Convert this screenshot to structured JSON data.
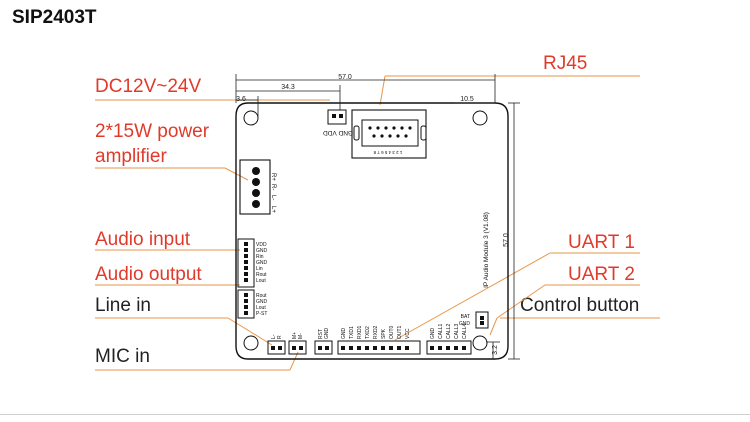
{
  "title": "SIP2403T",
  "callouts": {
    "dc": "DC12V~24V",
    "amp_line1": "2*15W  power",
    "amp_line2": "amplifier",
    "audio_input": "Audio input",
    "audio_output": "Audio output",
    "line_in": "Line in",
    "mic_in": "MIC in",
    "rj45": "RJ45",
    "uart1": "UART 1",
    "uart2": "UART 2",
    "control_button": "Control button"
  },
  "dimensions": {
    "width_top": "57.0",
    "width_power": "34.3",
    "offset_left": "3.6",
    "offset_right": "10.5",
    "height": "57.0",
    "offset_bottom": "3.2"
  },
  "board": {
    "label": "IP Audio Module 3 (V1.08)",
    "power_pins": "GND VDD",
    "amp_pins": [
      "R+",
      "R-",
      "L-",
      "L+"
    ],
    "audio_pins": [
      "VDD",
      "GND",
      "Rin",
      "GND",
      "Lin",
      "Rout",
      "Lout"
    ],
    "audio_out_pins": [
      "Rout",
      "GND",
      "Lout",
      "P-ST"
    ],
    "line_pins": [
      "L-",
      "R"
    ],
    "mic_pins": [
      "M+",
      "M-"
    ],
    "rst_pins": [
      "RST",
      "GND"
    ],
    "uart1_pins": [
      "GND",
      "TXD1",
      "RXD1",
      "TXD2",
      "RXD2",
      "SPK",
      "OUT0",
      "OUT1",
      "VCC"
    ],
    "uart2_pins": [
      "GND",
      "CALL1",
      "CALL2",
      "CALL3",
      "CALL4"
    ],
    "bat_pins": [
      "BAT",
      "GND"
    ],
    "rj45_pins": "1 2 3 4 5 6 7 8"
  },
  "colors": {
    "callout": "#e03a2a",
    "leader": "#e8964a",
    "board": "#111111"
  }
}
